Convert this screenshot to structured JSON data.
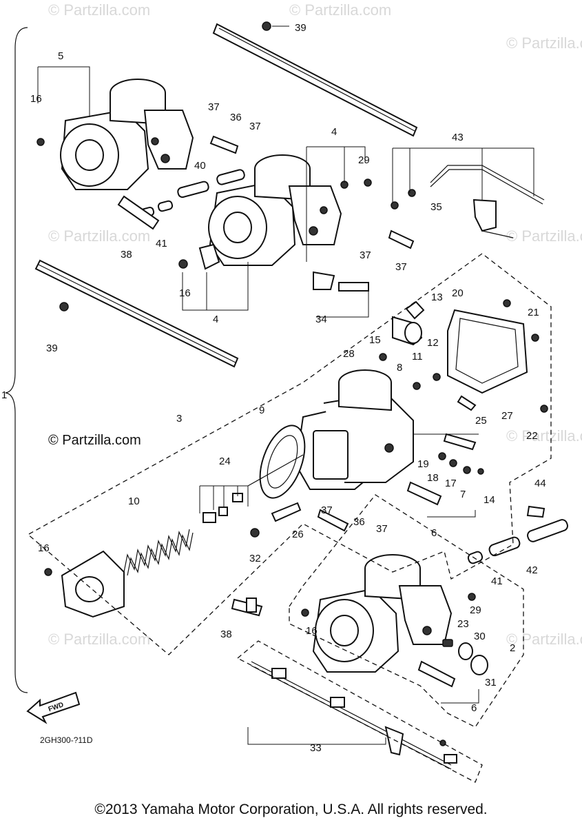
{
  "watermark": {
    "text": "© Partzilla.com",
    "center_text": "© Partzilla.com"
  },
  "callouts": [
    "1",
    "2",
    "3",
    "4",
    "5",
    "6",
    "7",
    "8",
    "9",
    "10",
    "11",
    "12",
    "13",
    "14",
    "15",
    "16",
    "17",
    "18",
    "19",
    "20",
    "21",
    "22",
    "23",
    "24",
    "25",
    "26",
    "27",
    "28",
    "29",
    "30",
    "31",
    "32",
    "33",
    "34",
    "35",
    "36",
    "37",
    "38",
    "39",
    "40",
    "41",
    "42",
    "43",
    "44"
  ],
  "fwd_label": "FWD",
  "diagram_ref": "2GH300-?11D",
  "copyright": "©2013 Yamaha Motor Corporation, U.S.A. All rights reserved."
}
